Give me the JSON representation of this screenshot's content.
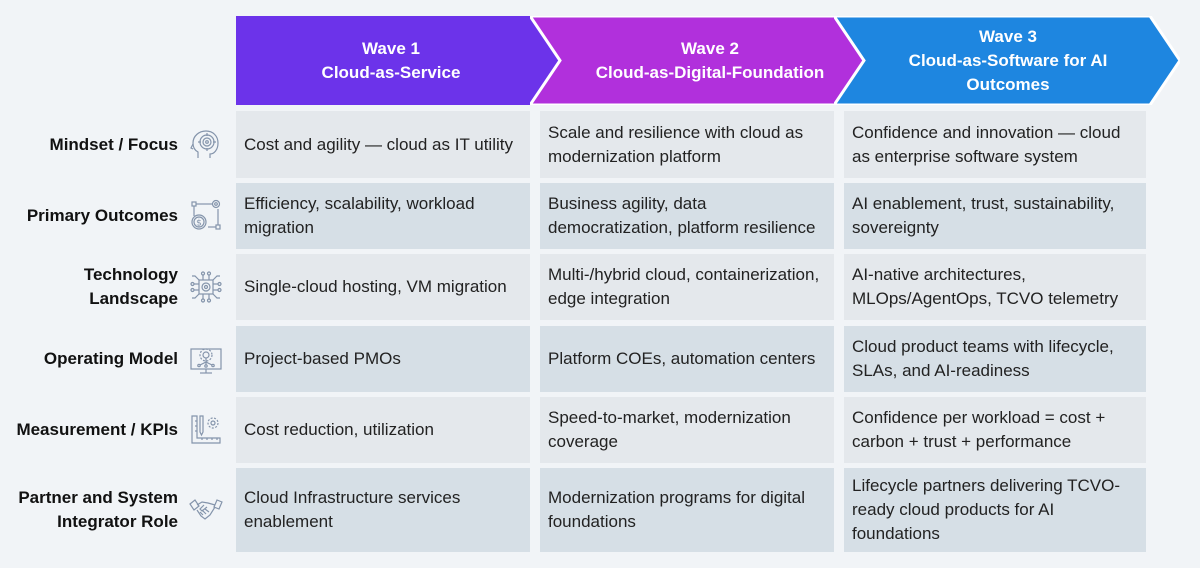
{
  "colors": {
    "wave1": "#6c33ea",
    "wave2": "#b130dc",
    "wave3": "#1e86e0",
    "row_odd": "#e4e8ec",
    "row_even": "#d6dfe6",
    "icon_stroke": "#8494ab"
  },
  "waves": [
    {
      "title": "Wave 1",
      "subtitle": "Cloud-as-Service"
    },
    {
      "title": "Wave 2",
      "subtitle": "Cloud-as-Digital-Foundation"
    },
    {
      "title": "Wave 3",
      "subtitle": "Cloud-as-Software for AI Outcomes"
    }
  ],
  "rows": [
    {
      "label": "Mindset / Focus",
      "icon": "head-target-icon",
      "cells": [
        "Cost and agility — cloud as IT utility",
        "Scale and resilience with cloud as modernization platform",
        "Confidence and innovation — cloud as enterprise software system"
      ]
    },
    {
      "label": "Primary Outcomes",
      "icon": "dollar-gear-network-icon",
      "cells": [
        "Efficiency, scalability, workload migration",
        "Business agility, data democratization, platform resilience",
        "AI enablement, trust, sustainability, sovereignty"
      ]
    },
    {
      "label": "Technology Landscape",
      "icon": "circuit-gear-icon",
      "cells": [
        "Single-cloud hosting, VM migration",
        "Multi-/hybrid cloud, containerization, edge integration",
        "AI-native architectures, MLOps/AgentOps, TCVO telemetry"
      ]
    },
    {
      "label": "Operating Model",
      "icon": "monitor-gear-icon",
      "cells": [
        "Project-based PMOs",
        "Platform COEs, automation centers",
        "Cloud product teams with lifecycle, SLAs, and AI-readiness"
      ]
    },
    {
      "label": "Measurement / KPIs",
      "icon": "ruler-gear-icon",
      "cells": [
        "Cost reduction, utilization",
        "Speed-to-market, modernization coverage",
        "Confidence per workload = cost + carbon + trust + performance"
      ]
    },
    {
      "label": "Partner and System Integrator Role",
      "icon": "handshake-icon",
      "cells": [
        "Cloud Infrastructure services enablement",
        "Modernization programs for digital foundations",
        "Lifecycle partners delivering TCVO-ready cloud products for AI foundations"
      ]
    }
  ]
}
